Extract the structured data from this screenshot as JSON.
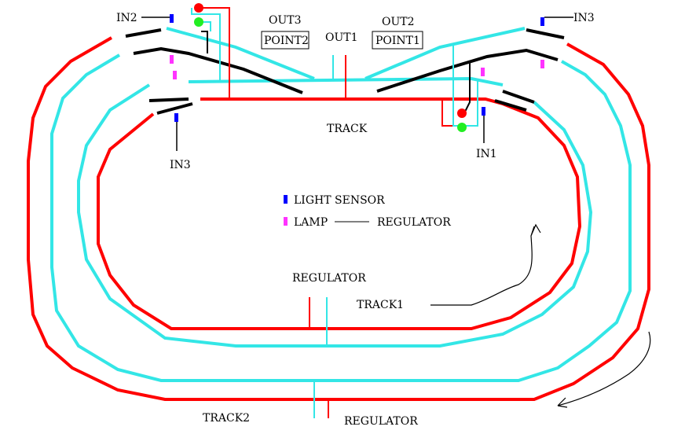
{
  "labels": {
    "in2": "IN2",
    "in3_top": "IN3",
    "in3_left": "IN3",
    "in1": "IN1",
    "out3": "OUT3",
    "out2": "OUT2",
    "out1": "OUT1",
    "point2": "POINT2",
    "point1": "POINT1",
    "track": "TRACK",
    "track1": "TRACK1",
    "track2": "TRACK2",
    "light_sensor": "LIGHT SENSOR",
    "lamp": "LAMP",
    "regulator_legend": "REGULATOR",
    "regulator_mid": "REGULATOR",
    "regulator_bottom": "REGULATOR"
  },
  "colors": {
    "red": "#ff0000",
    "cyan": "#33e6e6",
    "black": "#000000",
    "sensor": "#0000ff",
    "lamp": "#ff33ff",
    "signal_green": "#22ee22"
  }
}
